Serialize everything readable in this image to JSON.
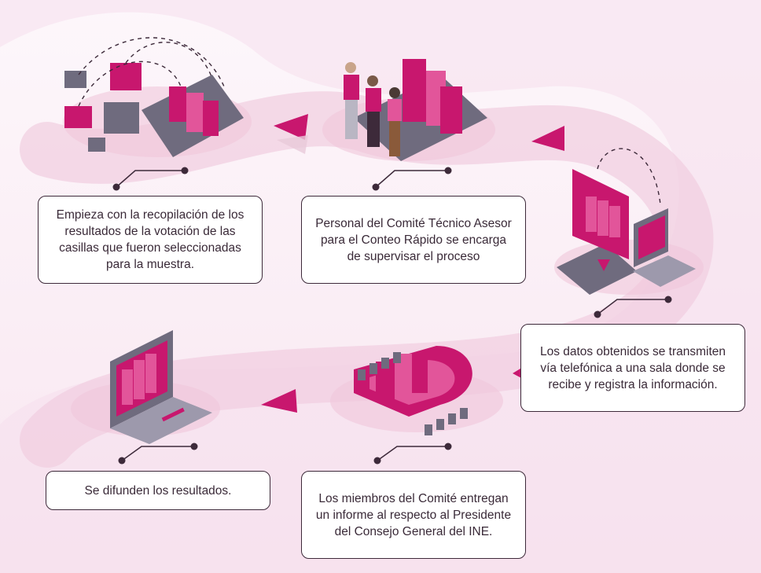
{
  "steps": [
    {
      "text": "Empieza con la recopilación de los resultados de la votación de las casillas que fueron seleccionadas para la muestra."
    },
    {
      "text": "Personal del Comité Técnico Asesor para el Conteo Rápido se encarga de supervisar el proceso"
    },
    {
      "text": "Los datos obtenidos se transmiten vía telefónica a una sala donde se recibe y registra la información."
    },
    {
      "text": "Los miembros del Comité entregan un informe al respecto al Presidente del Consejo General del INE."
    },
    {
      "text": "Se difunden los resultados."
    }
  ],
  "colors": {
    "magenta": "#c8176e",
    "magenta_light": "#e2559a",
    "magenta_dark": "#a0105a",
    "gray": "#6f6b7e",
    "gray_light": "#9d99ac",
    "path": "#f2d7e6",
    "outline": "#3d2a3a"
  },
  "icons": [
    "ballot-box-icon",
    "people-icon",
    "computer-icon",
    "meeting-table-icon",
    "laptop-icon"
  ]
}
